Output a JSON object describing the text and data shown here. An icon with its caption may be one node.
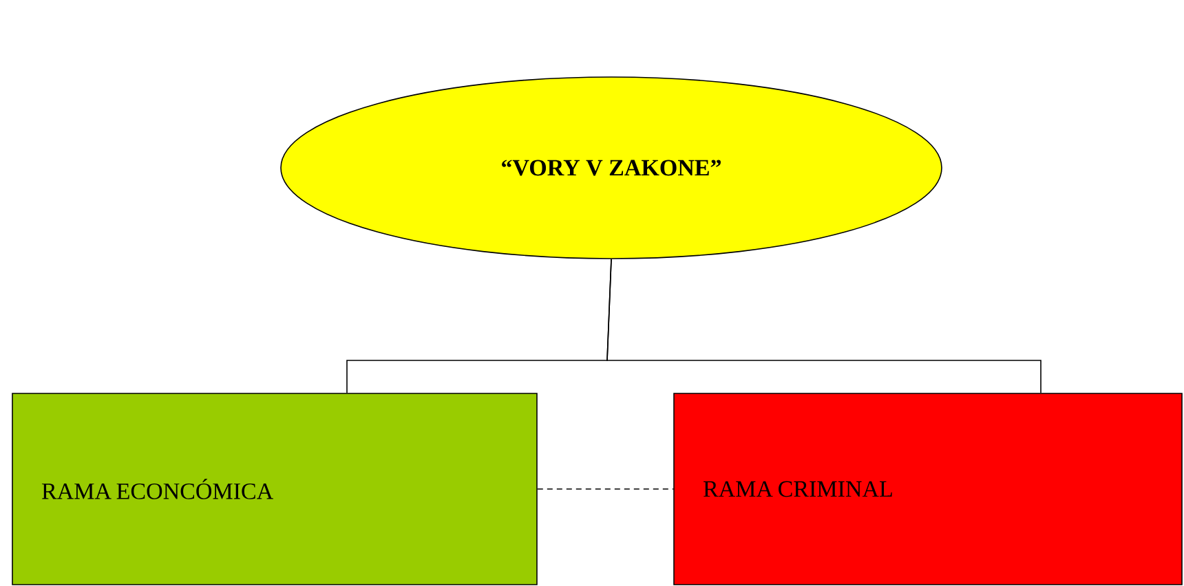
{
  "diagram": {
    "nodes": [
      {
        "text": [
          "“VORY V ZAKONE”"
        ]
      },
      {
        "text": [
          "RAMA ECONCÓMICA"
        ]
      },
      {
        "text": [
          "RAMA CRIMINAL"
        ]
      }
    ],
    "edges": [
      {
        "from": 0,
        "to": 1,
        "arrow": "none"
      },
      {
        "from": 0,
        "to": 2,
        "arrow": "none"
      },
      {
        "from": 1,
        "to": 2,
        "arrow": "none",
        "style": "dashed"
      }
    ]
  }
}
